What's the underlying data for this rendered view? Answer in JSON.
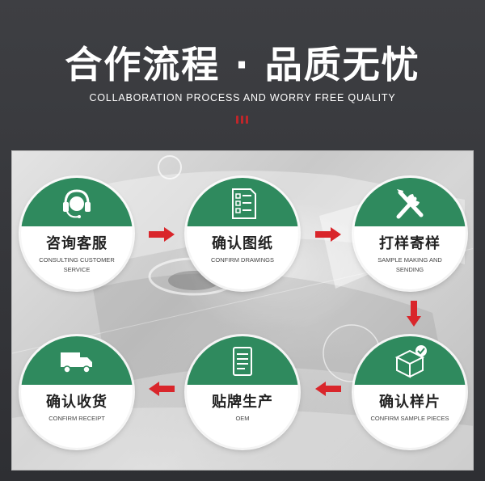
{
  "header": {
    "title": "合作流程 · 品质无忧",
    "subtitle": "COLLABORATION PROCESS AND WORRY FREE QUALITY"
  },
  "colors": {
    "green": "#2f8a5e",
    "arrow_red": "#d9262b",
    "background_dark": "#3a3b3f"
  },
  "steps": [
    {
      "cn": "咨询客服",
      "en": "CONSULTING CUSTOMER SERVICE",
      "icon": "headset-icon"
    },
    {
      "cn": "确认图纸",
      "en": "CONFIRM DRAWINGS",
      "icon": "document-icon"
    },
    {
      "cn": "打样寄样",
      "en": "SAMPLE MAKING AND SENDING",
      "icon": "tools-icon"
    },
    {
      "cn": "确认样片",
      "en": "CONFIRM SAMPLE PIECES",
      "icon": "box-check-icon"
    },
    {
      "cn": "贴牌生产",
      "en": "OEM",
      "icon": "clipboard-icon"
    },
    {
      "cn": "确认收货",
      "en": "CONFIRM RECEIPT",
      "icon": "truck-icon"
    }
  ]
}
